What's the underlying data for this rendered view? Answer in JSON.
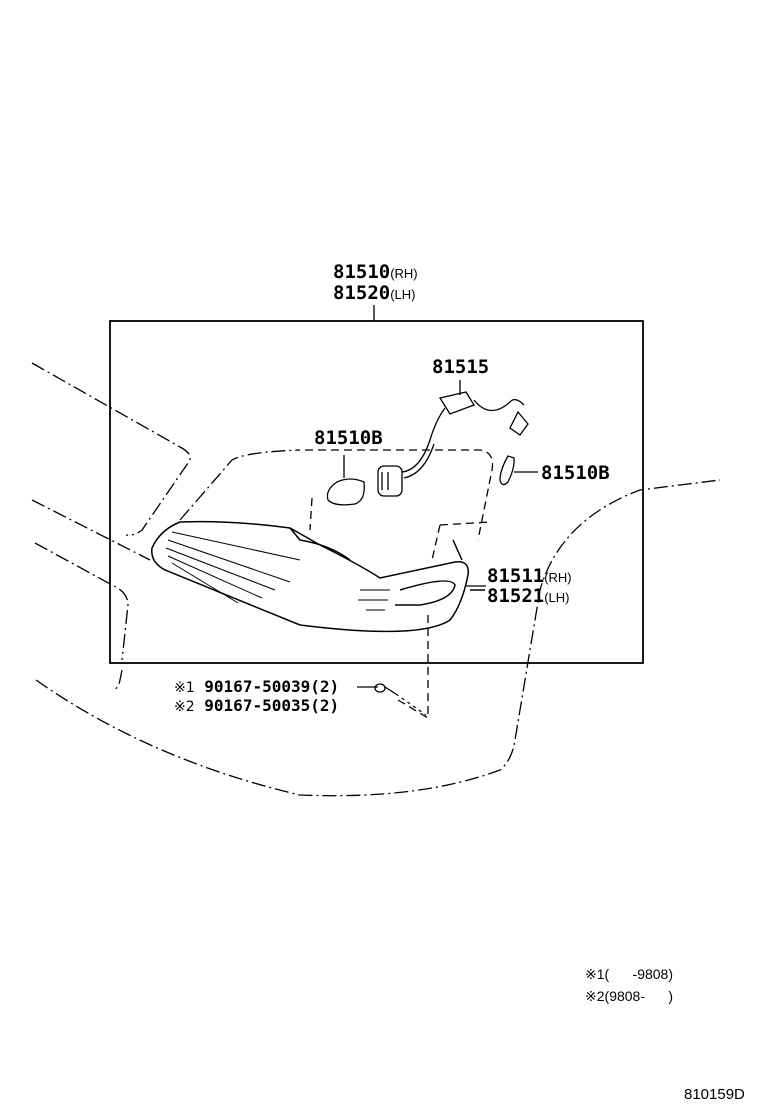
{
  "diagram": {
    "figure_number": "810159D",
    "assembly": {
      "part_rh": "81510",
      "suffix_rh": "(RH)",
      "part_lh": "81520",
      "suffix_lh": "(LH)"
    },
    "socket_wire": {
      "part": "81515"
    },
    "bulb_left": {
      "part": "81510B"
    },
    "bulb_right": {
      "part": "81510B"
    },
    "lens": {
      "part_rh": "81511",
      "suffix_rh": "(RH)",
      "part_lh": "81521",
      "suffix_lh": "(LH)"
    },
    "screws": [
      {
        "mark": "※1",
        "part": "90167-50039",
        "qty": "(2)"
      },
      {
        "mark": "※2",
        "part": "90167-50035",
        "qty": "(2)"
      }
    ],
    "footnotes": [
      {
        "mark": "※1",
        "range": "(      -9808)"
      },
      {
        "mark": "※2",
        "range": "(9808-      )"
      }
    ],
    "colors": {
      "line": "#000000",
      "background": "#ffffff"
    }
  }
}
